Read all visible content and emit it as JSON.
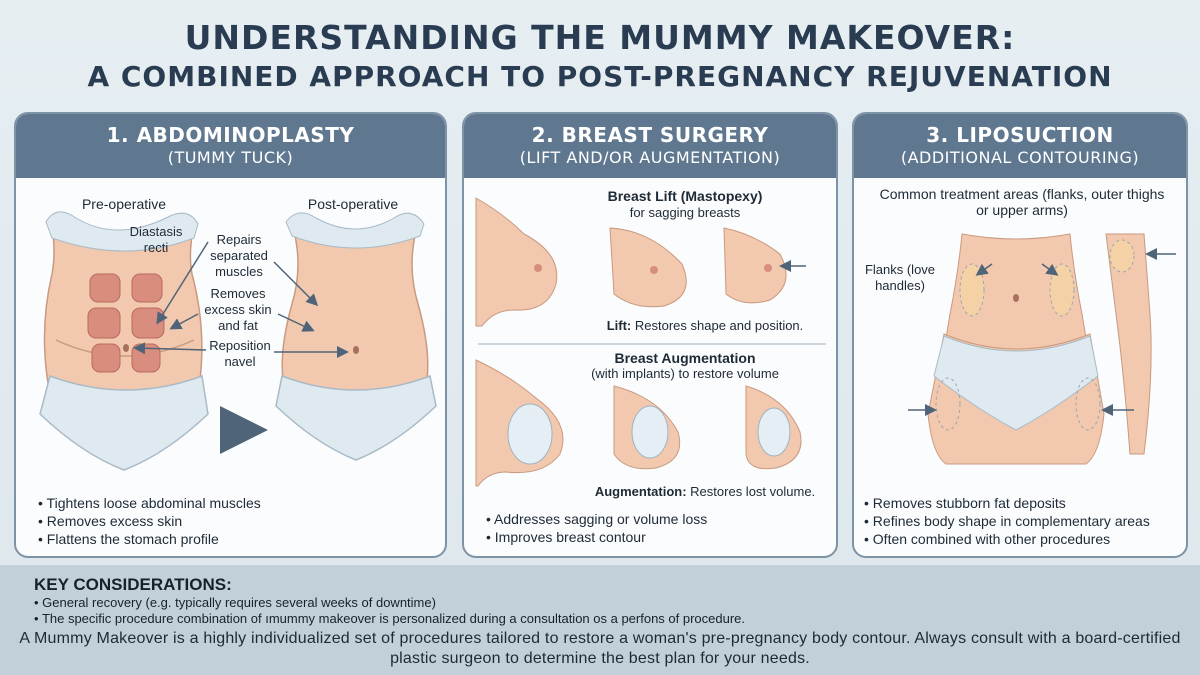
{
  "title": {
    "line1": "UNDERSTANDING THE MUMMY MAKEOVER:",
    "line2": "A COMBINED APPROACH TO POST-PREGNANCY REJUVENATION"
  },
  "panels": {
    "abdominoplasty": {
      "heading": "1. ABDOMINOPLASTY",
      "subheading": "(TUMMY TUCK)",
      "pre_label": "Pre-operative",
      "post_label": "Post-operative",
      "annotations": {
        "diastasis": "Diastasis recti",
        "repairs": "Repairs separated muscles",
        "removes": "Removes excess skin and fat",
        "reposition": "Reposition navel"
      },
      "bullets": [
        "Tightens loose abdominal muscles",
        "Removes excess skin",
        "Flattens the stomach profile"
      ]
    },
    "breast": {
      "heading": "2. BREAST SURGERY",
      "subheading": "(LIFT AND/OR AUGMENTATION)",
      "lift_title": "Breast Lift (Mastopexy)",
      "lift_sub": "for sagging breasts",
      "lift_caption_bold": "Lift:",
      "lift_caption": "Restores shape and position.",
      "aug_title": "Breast Augmentation",
      "aug_sub": "(with implants) to restore volume",
      "aug_caption_bold": "Augmentation:",
      "aug_caption": "Restores lost volume.",
      "bullets": [
        "Addresses sagging or volume loss",
        "Improves breast contour"
      ]
    },
    "liposuction": {
      "heading": "3. LIPOSUCTION",
      "subheading": "(ADDITIONAL CONTOURING)",
      "intro": "Common treatment areas (flanks, outer thighs or upper arms)",
      "flanks_label": "Flanks (love handles)",
      "bullets": [
        "Removes stubborn fat deposits",
        "Refines body shape in complementary areas",
        "Often combined with other procedures"
      ]
    }
  },
  "key": {
    "title": "KEY CONSIDERATIONS:",
    "bullets": [
      "General recovery (e.g. typically requires several weeks of downtime)",
      "The specific procedure combination of ımummy makeover is personalized during a consultation os a perfons of procedure."
    ],
    "summary": "A Mummy Makeover is a highly individualized set of procedures tailored to restore a woman's pre-pregnancy body contour. Always consult with a board-certified plastic surgeon to determine the best plan for your needs."
  },
  "colors": {
    "header_bar": "#5f7890",
    "skin": "#f2c8ae",
    "underwear": "#d9e6ee",
    "muscle": "#d98d7f",
    "arrow": "#4f6478"
  }
}
